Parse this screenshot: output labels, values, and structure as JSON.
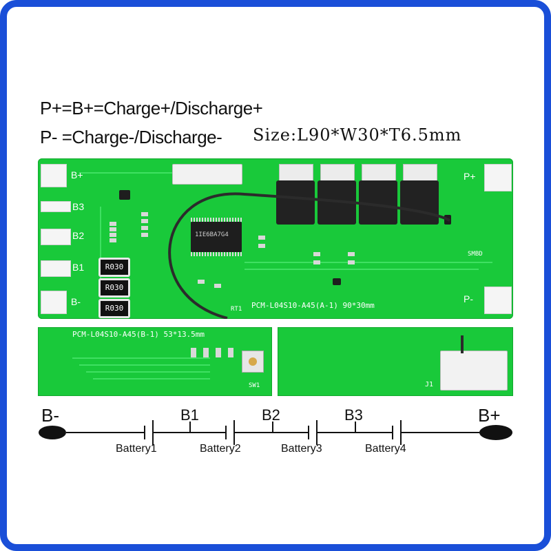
{
  "legend": {
    "line1": "P+=B+=Charge+/Discharge+",
    "line2": "P- =Charge-/Discharge-",
    "size": "Size:L90*W30*T6.5mm"
  },
  "main_board": {
    "model": "PCM-L04S10-A45(A-1)  90*30mm",
    "pads_left": [
      "B+",
      "B3",
      "B2",
      "B1",
      "B-"
    ],
    "pads_right": [
      "P+",
      "P-"
    ],
    "resistor_code": "R030",
    "ic_text": "1IE6BA7G4",
    "mark_smbd": "SMBD",
    "mark_rt1": "RT1"
  },
  "sub_board": {
    "model": "PCM-L04S10-A45(B-1)  53*13.5mm",
    "switch_label": "SW1",
    "connector_label": "J1"
  },
  "schematic": {
    "left_terminal": "B-",
    "right_terminal": "B+",
    "nodes": [
      "B1",
      "B2",
      "B3"
    ],
    "batteries": [
      "Battery1",
      "Battery2",
      "Battery3",
      "Battery4"
    ]
  },
  "colors": {
    "frame": "#1a4fd8",
    "pcb_green": "#19c93a"
  }
}
